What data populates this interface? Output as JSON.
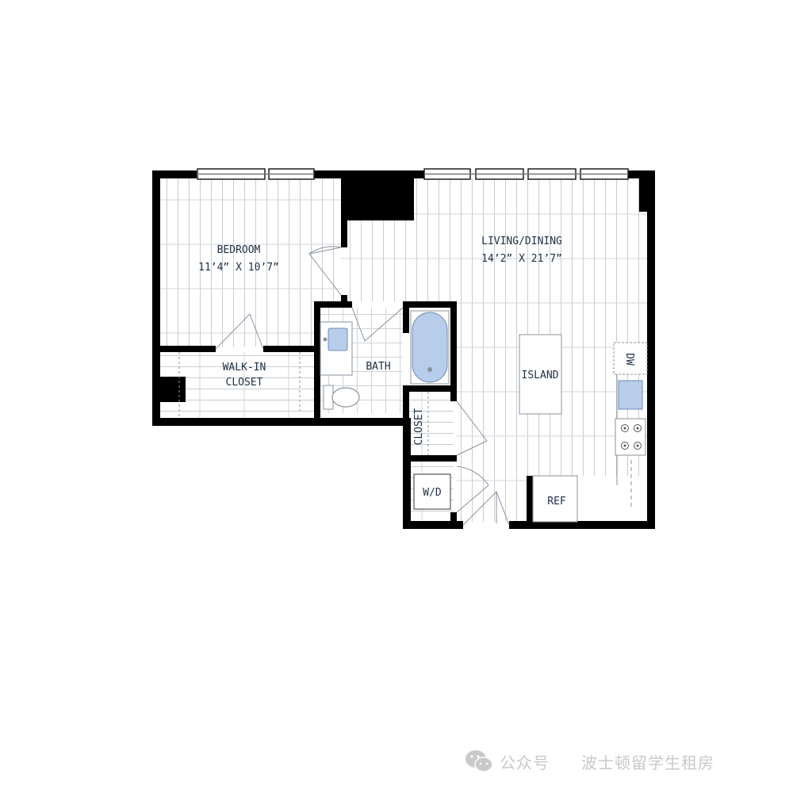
{
  "plan": {
    "rooms": {
      "bedroom": {
        "name": "BEDROOM",
        "dims": "11’4” X 10’7”"
      },
      "living": {
        "name": "LIVING/DINING",
        "dims": "14’2” X 21’7”"
      },
      "walkin": {
        "line1": "WALK-IN",
        "line2": "CLOSET"
      },
      "bath": {
        "name": "BATH"
      },
      "island": {
        "name": "ISLAND"
      },
      "closet": {
        "name": "CLOSET"
      },
      "wd": {
        "name": "W/D"
      },
      "ref": {
        "name": "REF"
      },
      "dw": {
        "name": "DW"
      }
    },
    "colors": {
      "wall": "#000000",
      "fixture_fill": "#b8cdea",
      "line": "#7a8794",
      "text": "#1e2f45"
    }
  },
  "watermark": {
    "part1": "公众号",
    "part2": "波士顿留学生租房"
  }
}
